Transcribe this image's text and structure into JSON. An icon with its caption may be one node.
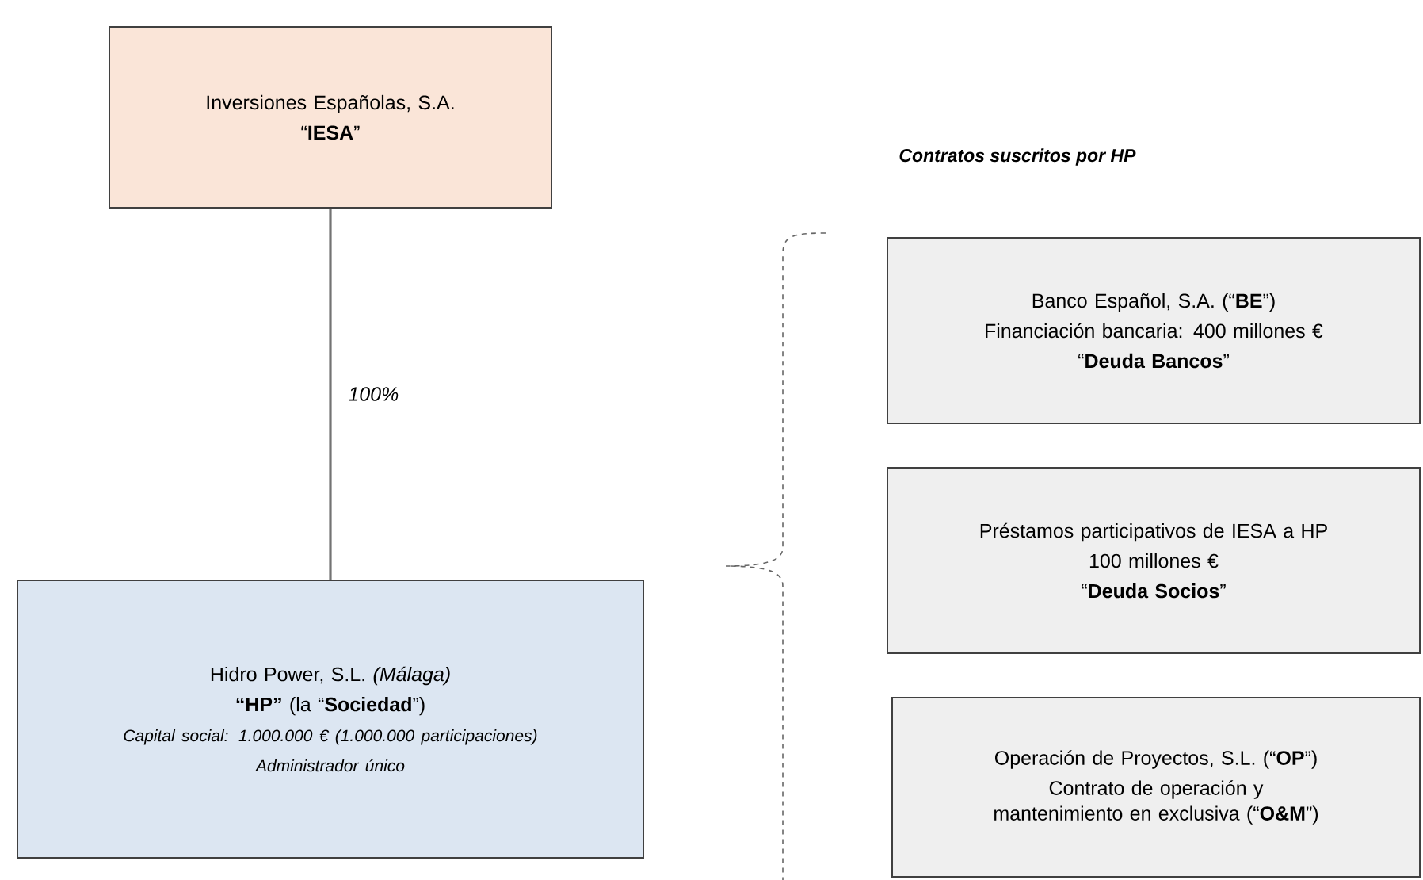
{
  "diagram": {
    "nodes": [
      {
        "text": [
          "Inversiones Españolas, S.A.",
          "“**IESA**”"
        ]
      },
      {
        "text": [
          "Hidro Power, S.L. *(Málaga)*",
          "**“HP”** (la “**Sociedad**”)",
          "Capital social: 1.000.000 € (1.000.000 participaciones)",
          "Administrador único"
        ]
      },
      {
        "text": [
          "Banco Español, S.A. (“**BE**”)",
          "Financiación bancaria: 400 millones €",
          "“**Deuda Bancos**”"
        ]
      },
      {
        "text": [
          "Préstamos participativos de IESA a HP",
          "100 millones €",
          "“**Deuda Socios**”"
        ]
      },
      {
        "text": [
          "Operación de Proyectos, S.L. (“**OP**”)",
          "Contrato de operación y mantenimiento en exclusiva (“**O&M**”)"
        ]
      }
    ],
    "edges": [
      {
        "from": 0,
        "to": 1,
        "arrow": "none",
        "label": "100%"
      }
    ],
    "labels": [
      "Contratos suscritos por HP"
    ]
  }
}
